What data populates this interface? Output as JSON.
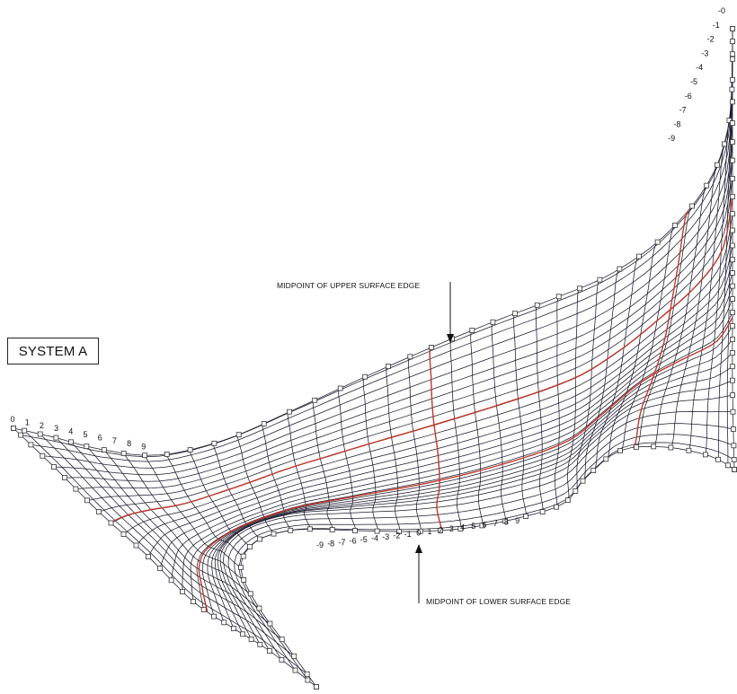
{
  "system_label": "SYSTEM A",
  "upper_note": "MIDPOINT OF UPPER SURFACE EDGE",
  "lower_note": "MIDPOINT OF LOWER SURFACE EDGE",
  "left_edge_ticks": [
    "0",
    "1",
    "2",
    "3",
    "4",
    "5",
    "6",
    "7",
    "8",
    "9"
  ],
  "right_edge_ticks": [
    "-0",
    "-1",
    "-2",
    "-3",
    "-4",
    "-5",
    "-6",
    "-7",
    "-8",
    "-9"
  ],
  "lower_edge_ticks": [
    "-9",
    "-8",
    "-7",
    "-6",
    "-5",
    "-4",
    "-3",
    "-2",
    "-1",
    "0",
    "1",
    "2",
    "3",
    "4",
    "5",
    "6",
    "7",
    "8",
    "9"
  ],
  "colors": {
    "grid": "#1a1a2e",
    "highlight": "#c0392b",
    "marker": "#333333"
  }
}
